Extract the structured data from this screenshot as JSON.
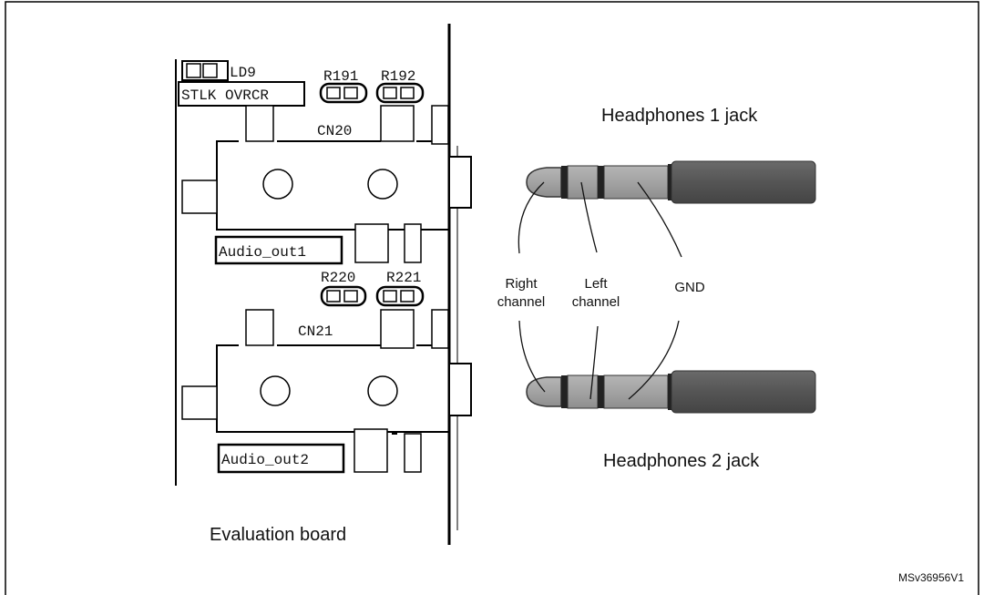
{
  "figure_title": "Figure 14. Audio, 3.5 mm jack connections",
  "board": {
    "led_label": "LD9",
    "ovrcr_label": "STLK OVRCR",
    "resistors_top": [
      "R191",
      "R192"
    ],
    "connector_top": "CN20",
    "audio_out_top": "Audio_out1",
    "resistors_bottom": [
      "R220",
      "R221"
    ],
    "connector_bottom": "CN21",
    "audio_out_bottom": "Audio_out2",
    "caption": "Evaluation board"
  },
  "jacks": {
    "top_label": "Headphones 1 jack",
    "bottom_label": "Headphones 2 jack",
    "right_channel": [
      "Right",
      "channel"
    ],
    "left_channel": [
      "Left",
      "channel"
    ],
    "gnd": "GND"
  },
  "figure_id": "MSv36956V1",
  "colors": {
    "sleeve": "#8f8f8f",
    "ring": "#cdcdcd",
    "plug_body": "#5a5a5a",
    "insulator": "#2a2a2a"
  }
}
